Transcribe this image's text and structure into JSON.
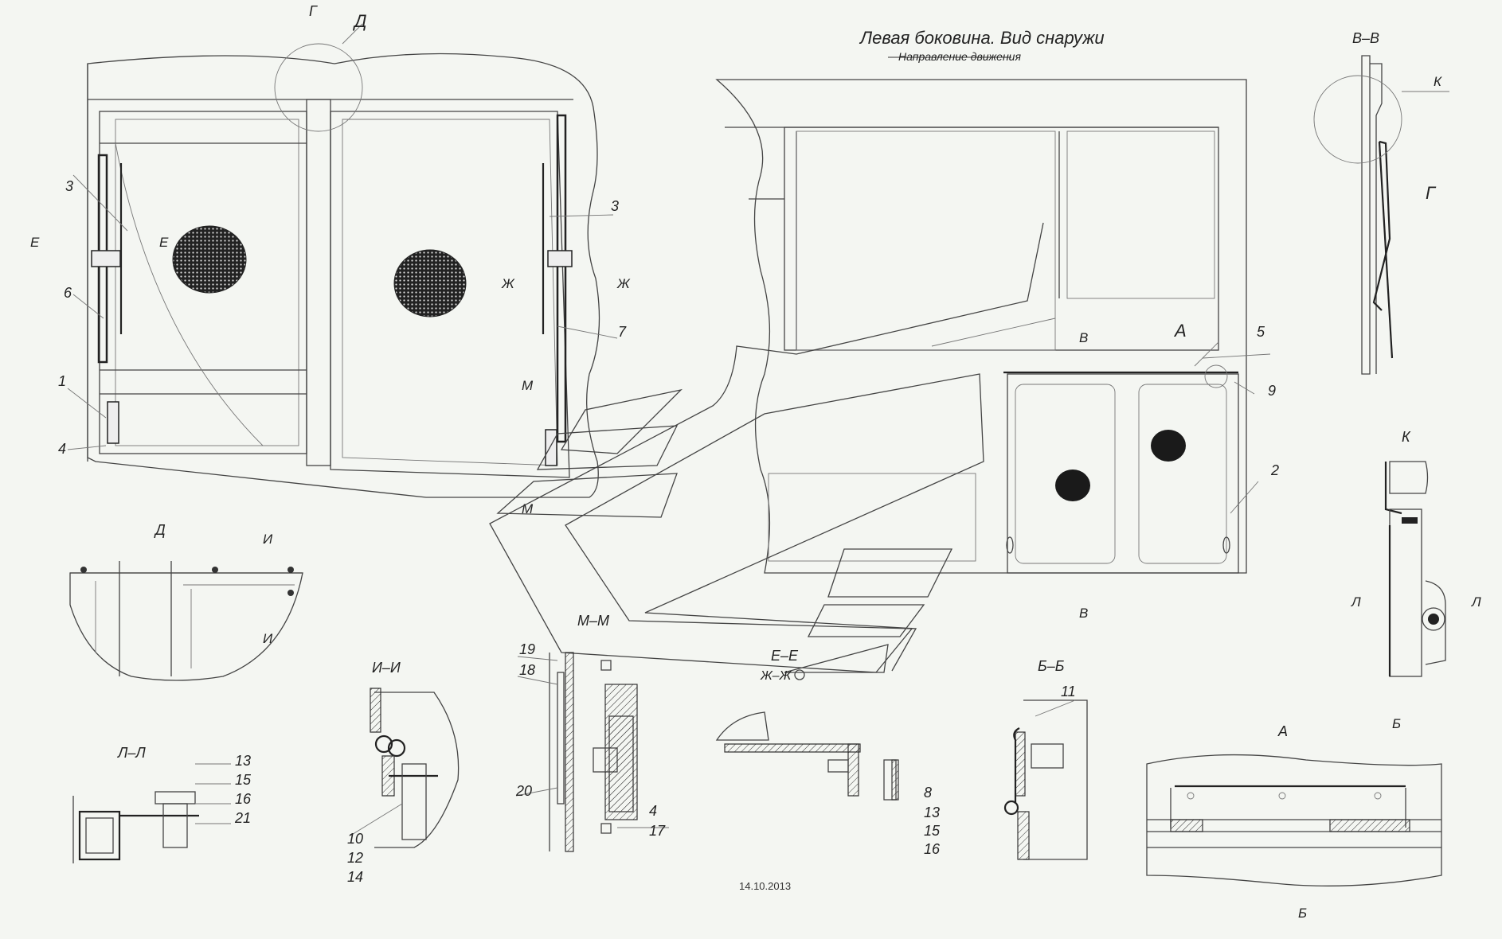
{
  "title": "Левая боковина. Вид снаружи",
  "direction": "Направление движения",
  "date": "14.10.2013",
  "views": {
    "g": "Г",
    "d": "Д",
    "vv": "В–В",
    "k": "К",
    "mm": "М–М",
    "ii": "И–И",
    "ll": "Л–Л",
    "ee": "Е–Е",
    "zz": "Ж–Ж",
    "bb": "Б–Б",
    "a": "А"
  },
  "section_marks": {
    "e": "Е",
    "zh": "Ж",
    "m": "М",
    "v": "В",
    "b": "Б",
    "i": "И",
    "l": "Л",
    "g": "Г",
    "k": "К",
    "a": "А"
  },
  "callouts": {
    "n1": "1",
    "n2": "2",
    "n3": "3",
    "n4": "4",
    "n5": "5",
    "n6": "6",
    "n7": "7",
    "n8": "8",
    "n9": "9",
    "n10": "10",
    "n11": "11",
    "n12": "12",
    "n13": "13",
    "n14": "14",
    "n15": "15",
    "n16": "16",
    "n17": "17",
    "n18": "18",
    "n19": "19",
    "n20": "20",
    "n21": "21"
  }
}
